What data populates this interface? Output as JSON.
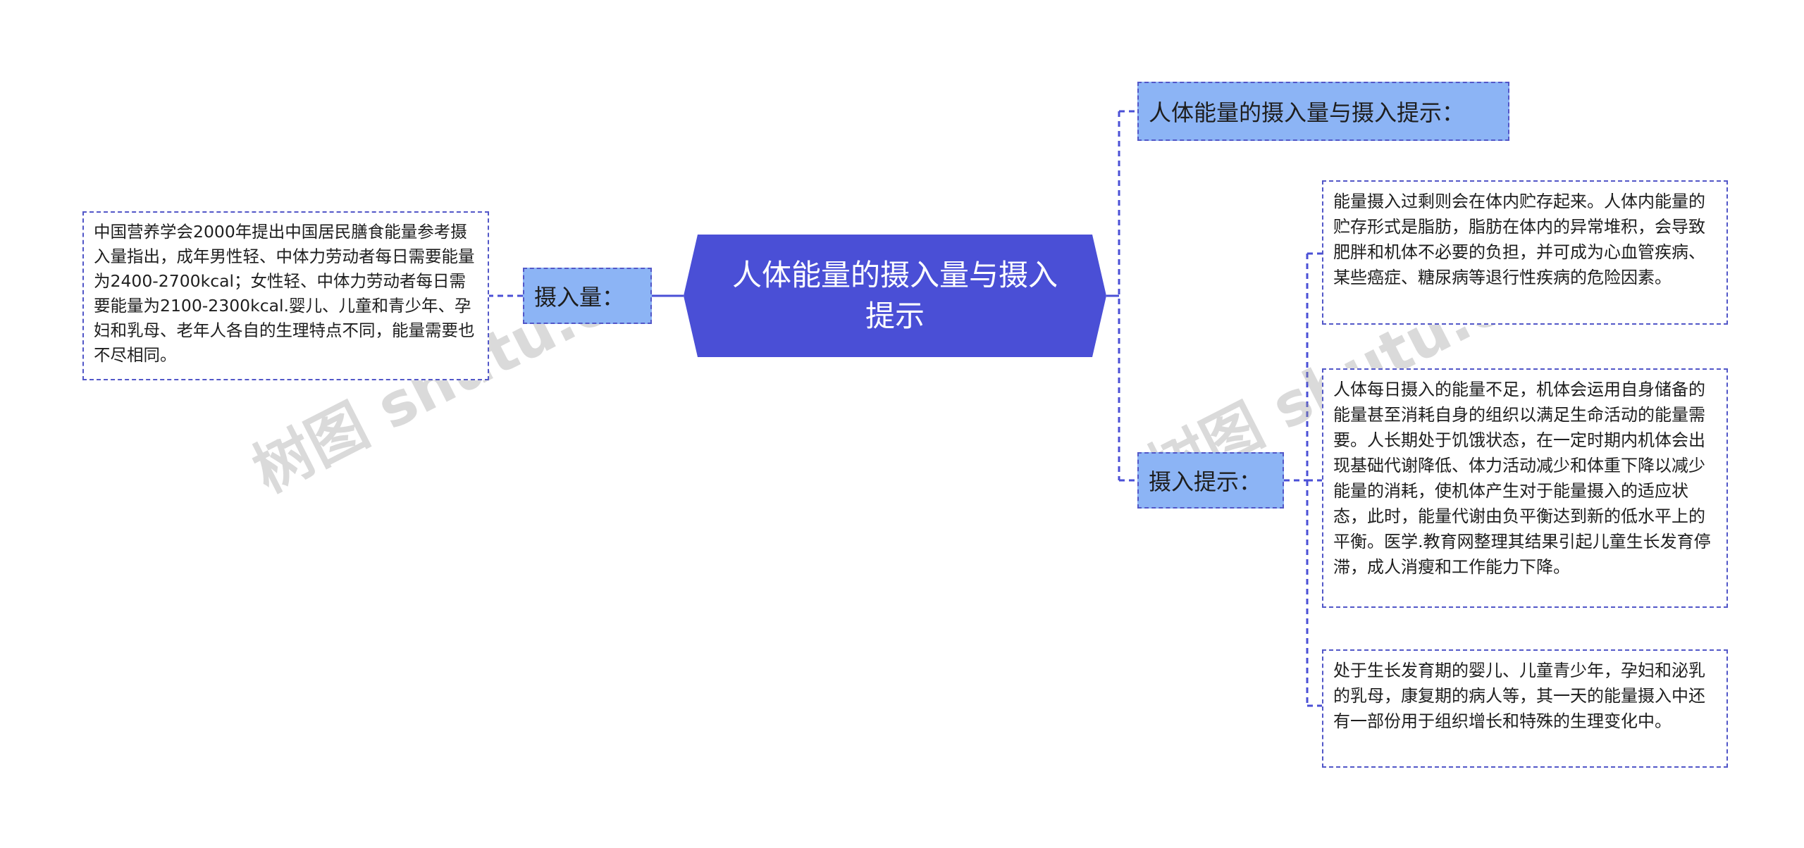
{
  "root": {
    "title": "人体能量的摄入量与摄入提示"
  },
  "branches": {
    "left_intake": "摄入量：",
    "right_title": "人体能量的摄入量与摄入提示：",
    "right_tips": "摄入提示："
  },
  "leaves": {
    "intake_detail": "中国营养学会2000年提出中国居民膳食能量参考摄入量指出，成年男性轻、中体力劳动者每日需要能量为2400-2700kcal；女性轻、中体力劳动者每日需要能量为2100-2300kcal.婴儿、儿童和青少年、孕妇和乳母、老年人各自的生理特点不同，能量需要也不尽相同。",
    "tip_excess": "能量摄入过剩则会在体内贮存起来。人体内能量的贮存形式是脂肪，脂肪在体内的异常堆积，会导致肥胖和机体不必要的负担，并可成为心血管疾病、某些癌症、糖尿病等退行性疾病的危险因素。",
    "tip_deficit": "人体每日摄入的能量不足，机体会运用自身储备的能量甚至消耗自身的组织以满足生命活动的能量需要。人长期处于饥饿状态，在一定时期内机体会出现基础代谢降低、体力活动减少和体重下降以减少能量的消耗，使机体产生对于能量摄入的适应状态，此时，能量代谢由负平衡达到新的低水平上的平衡。医学.教育网整理其结果引起儿童生长发育停滞，成人消瘦和工作能力下降。",
    "tip_special": "处于生长发育期的婴儿、儿童青少年，孕妇和泌乳的乳母，康复期的病人等，其一天的能量摄入中还有一部份用于组织增长和特殊的生理变化中。"
  },
  "watermarks": [
    "树图 shutu.cn",
    "树图 shutu.cn"
  ],
  "colors": {
    "root_fill": "#4a4fd6",
    "branch_fill": "#8cb4f5",
    "border": "#5257c8",
    "connector": "#4a4fd6"
  }
}
